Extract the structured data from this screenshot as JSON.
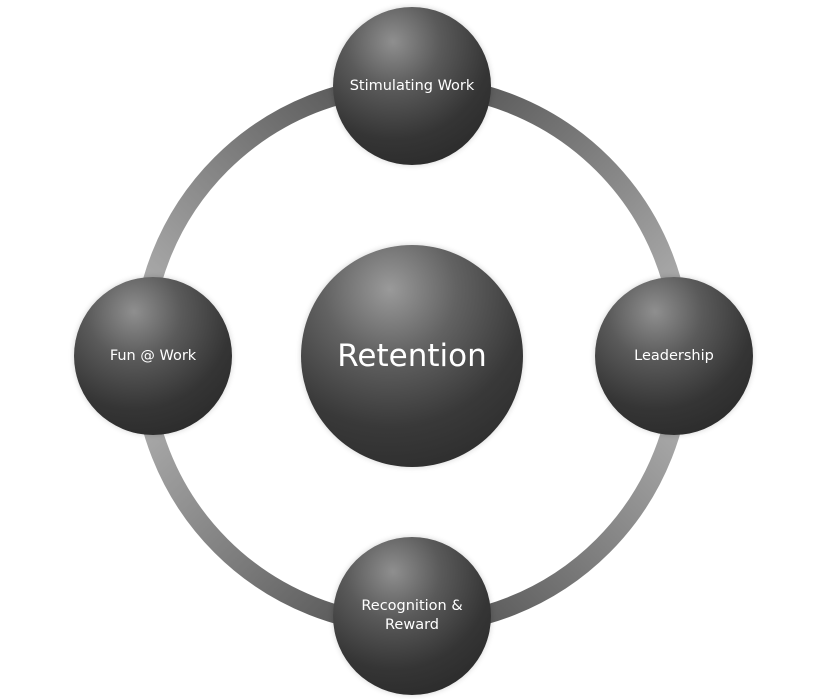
{
  "diagram": {
    "center": {
      "label": "Retention"
    },
    "nodes": [
      {
        "id": "top",
        "label": "Stimulating Work"
      },
      {
        "id": "right",
        "label": "Leadership"
      },
      {
        "id": "bottom",
        "label": "Recognition &\nReward"
      },
      {
        "id": "left",
        "label": "Fun @ Work"
      }
    ],
    "colors": {
      "ring_light": "#b5b5b5",
      "ring_dark": "#4a4a4a",
      "node_dark": "#2a2a2a",
      "text": "#ffffff"
    }
  }
}
